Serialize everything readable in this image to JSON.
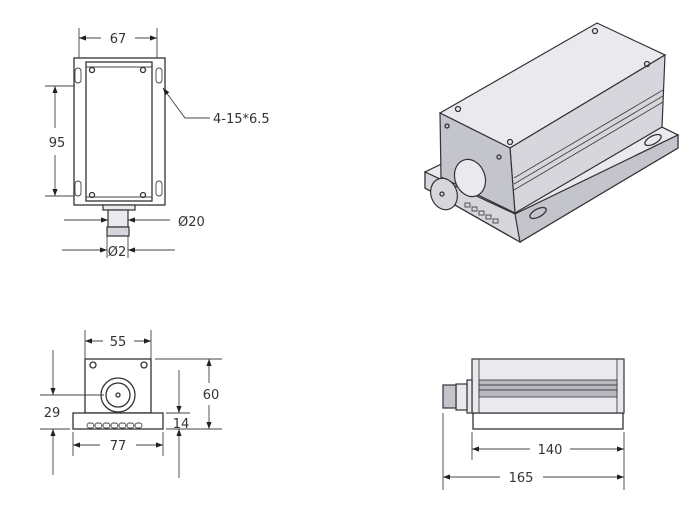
{
  "title": "Laser module dimension drawing",
  "top_view": {
    "width_label": "67",
    "height_label": "95",
    "slot_label": "4-15*6.5",
    "connector_diameter_label": "Ø20",
    "aperture_label": "Ø2"
  },
  "front_view": {
    "body_width_label": "55",
    "base_width_label": "77",
    "total_height_label": "60",
    "base_height_label": "14",
    "center_height_label": "29"
  },
  "side_view": {
    "body_length_label": "140",
    "total_length_label": "165"
  },
  "colors": {
    "line": "#333333",
    "face_light": "#e9e9ee",
    "face_mid": "#d6d6dc",
    "face_dark": "#c4c4cc"
  }
}
